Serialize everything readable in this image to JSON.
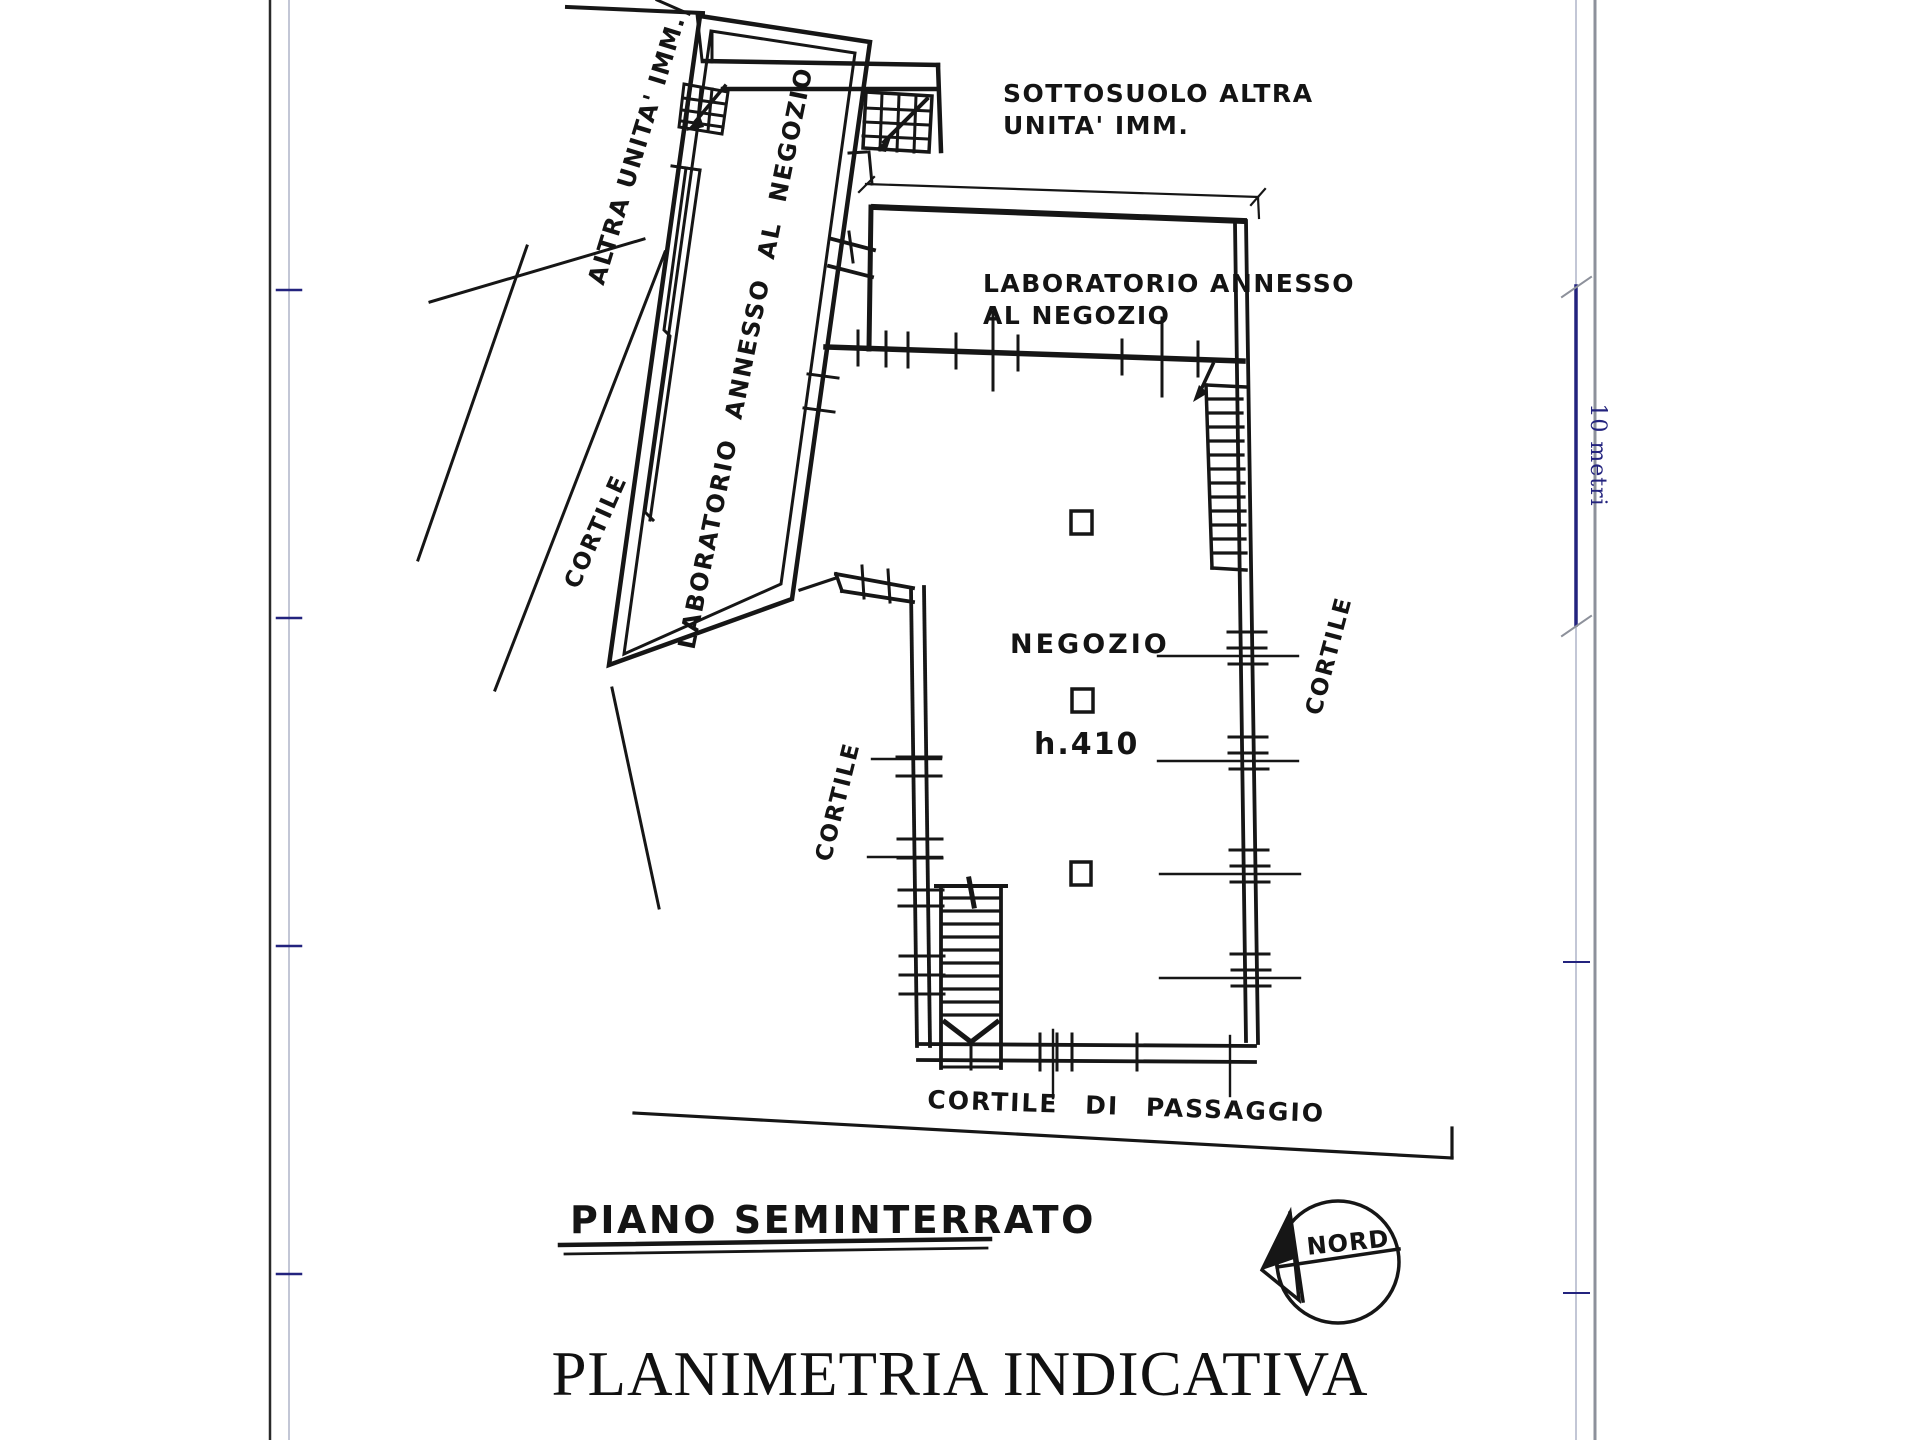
{
  "page": {
    "title": "PLANIMETRIA INDICATIVA",
    "floor_label": "PIANO SEMINTERRATO"
  },
  "plan": {
    "rooms": {
      "negozio": "NEGOZIO",
      "negozio_height": "h.410",
      "laboratorio_diagonal": "LABORATORIO ANNESSO AL NEGOZIO",
      "laboratorio_top": "LABORATORIO ANNESSO\nAL NEGOZIO",
      "sottosuolo": "SOTTOSUOLO ALTRA\nUNITA' IMM.",
      "altra_unita": "ALTRA UNITA' IMM."
    },
    "courtyards": {
      "cortile_upper": "CORTILE",
      "cortile_lower": "CORTILE",
      "cortile_right": "CORTILE",
      "cortile_passaggio": "CORTILE DI PASSAGGIO"
    }
  },
  "compass": {
    "label": "NORD"
  },
  "scale_bar": {
    "label": "10 metri"
  },
  "colors": {
    "ink": "#161616",
    "navy": "#23237e",
    "frame_gray": "#8d919b",
    "fold_line": "#c3c7d6"
  }
}
